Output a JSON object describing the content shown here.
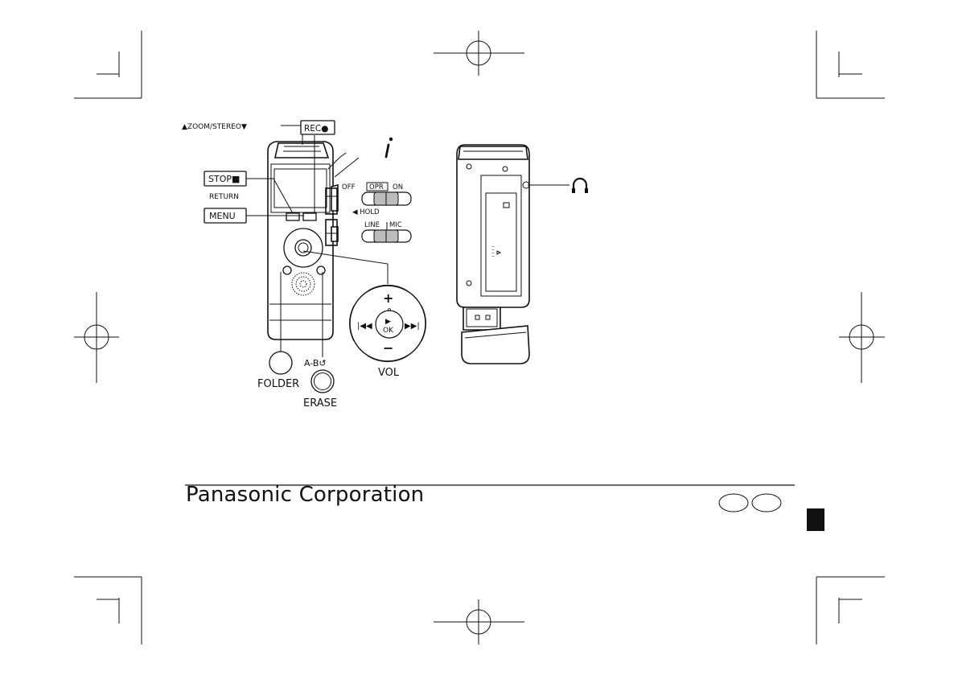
{
  "labels": {
    "zoom_stereo": "▲ZOOM/STEREO▼",
    "rec": "REC●",
    "stop": "STOP■",
    "return": "RETURN",
    "menu": "MENU",
    "hold_off": "OFF",
    "hold_opr": "OPR",
    "hold_on": "ON",
    "hold": "◀  HOLD",
    "line": "LINE",
    "mic": "MIC",
    "folder": "FOLDER",
    "ab_repeat": "A-B↺",
    "erase": "ERASE",
    "vol": "VOL",
    "ok": "OK",
    "plus": "+",
    "minus": "−",
    "skip_back": "|◀◀",
    "skip_forward": "▶▶|",
    "play": "▶"
  },
  "icons": {
    "info": "info-icon",
    "headphones": "headphones-icon"
  },
  "footer": {
    "company": "Panasonic Corporation"
  }
}
